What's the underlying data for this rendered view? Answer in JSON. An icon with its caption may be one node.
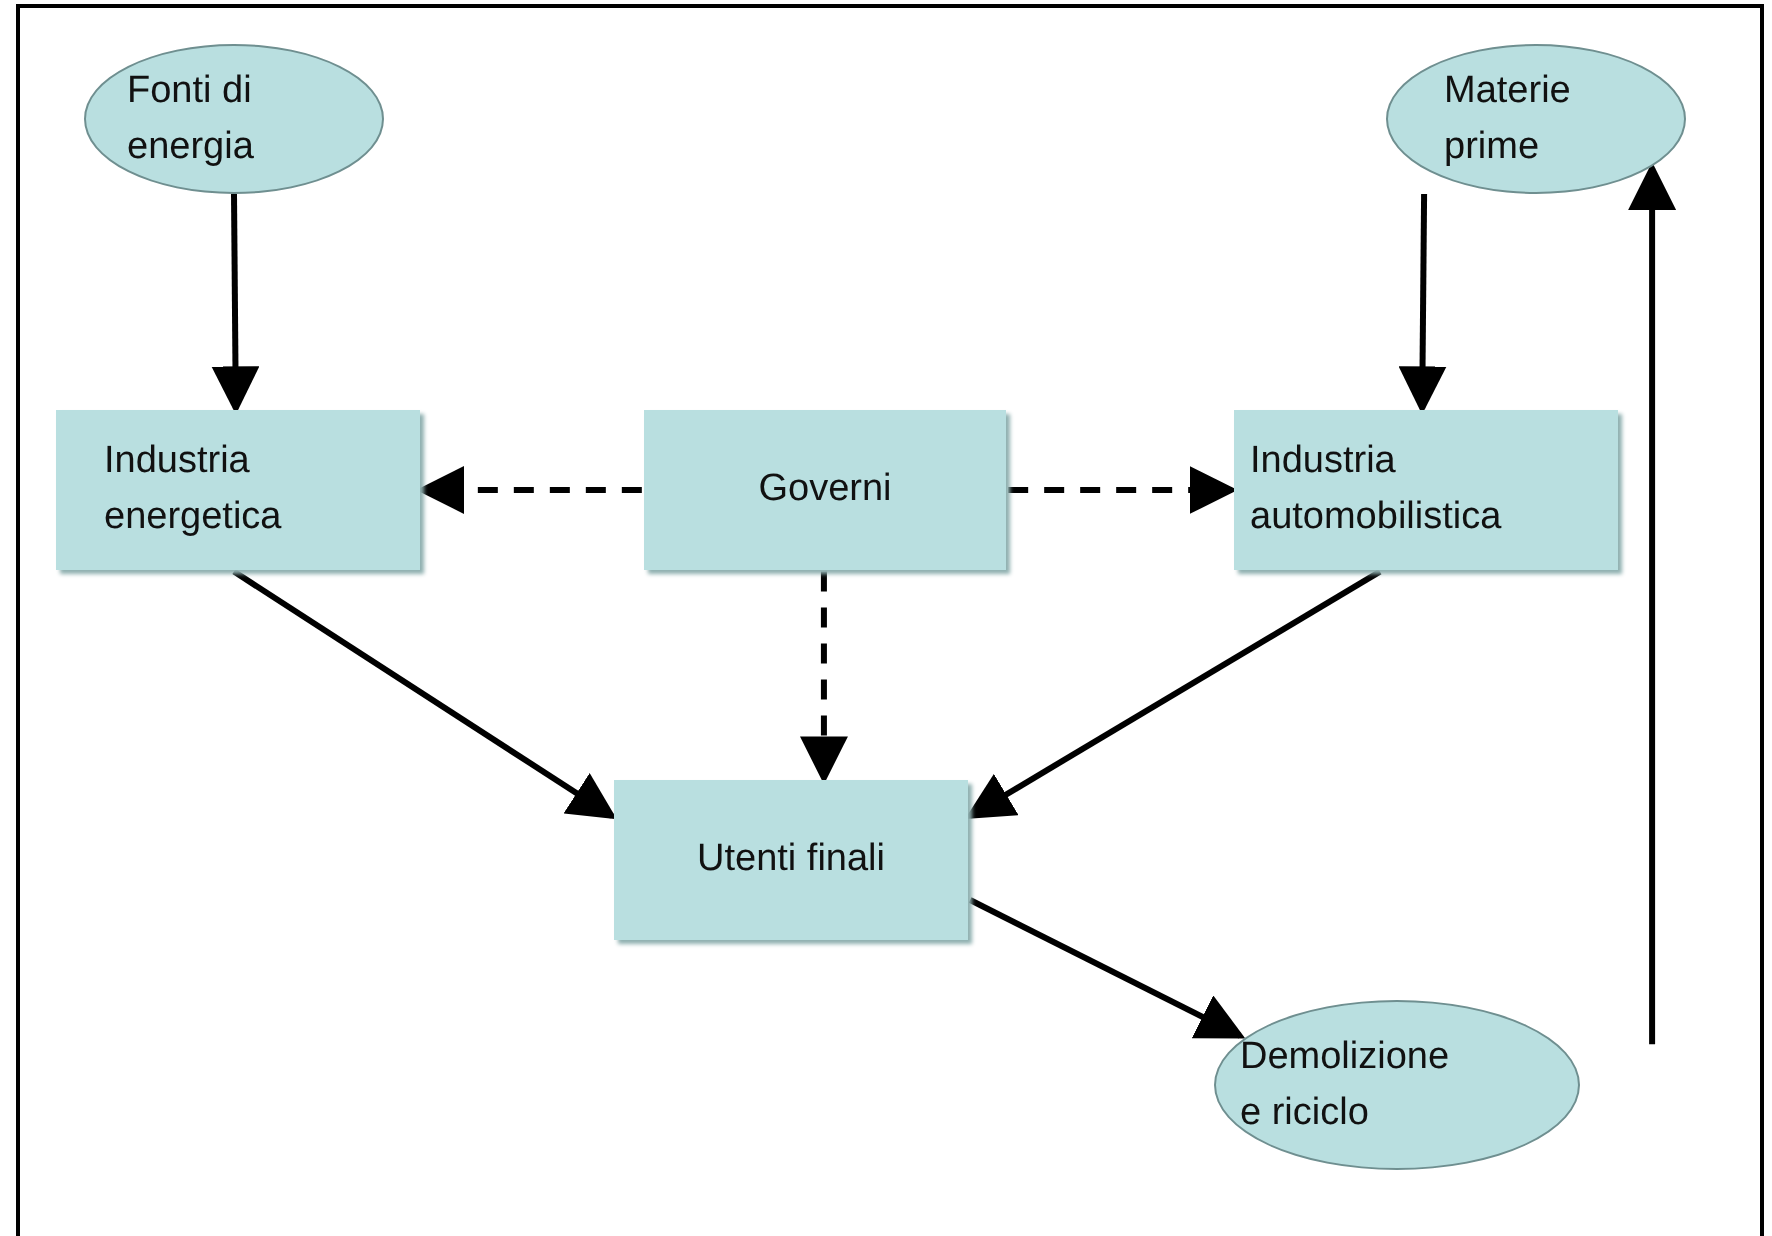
{
  "diagram": {
    "nodes": [
      {
        "text": [
          "Fonti di energia"
        ]
      },
      {
        "text": [
          "Materie prime"
        ]
      },
      {
        "text": [
          "Industria energetica"
        ]
      },
      {
        "text": [
          "Governi"
        ]
      },
      {
        "text": [
          "Industria automobilistica"
        ]
      },
      {
        "text": [
          "Utenti finali"
        ]
      },
      {
        "text": [
          "Demolizione e riciclo"
        ]
      }
    ],
    "edges": [
      {
        "from": 0,
        "to": 2,
        "arrow": "to"
      },
      {
        "from": 3,
        "to": 2,
        "arrow": "to",
        "style": "dashed"
      },
      {
        "from": 3,
        "to": 4,
        "arrow": "to",
        "style": "dashed"
      },
      {
        "from": 1,
        "to": 4,
        "arrow": "to"
      },
      {
        "from": 3,
        "to": 5,
        "arrow": "to",
        "style": "dashed"
      },
      {
        "from": 2,
        "to": 5,
        "arrow": "to"
      },
      {
        "from": 4,
        "to": 5,
        "arrow": "to"
      },
      {
        "from": 5,
        "to": 6,
        "arrow": "to"
      },
      {
        "from": 6,
        "to": 1,
        "arrow": "to"
      }
    ]
  }
}
